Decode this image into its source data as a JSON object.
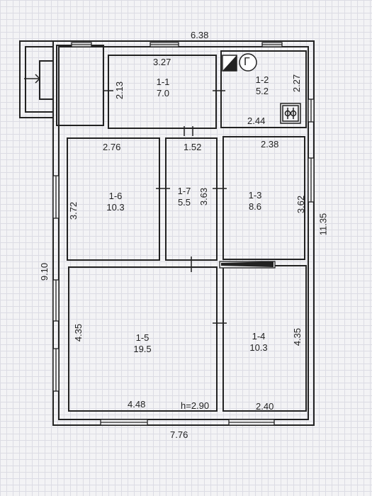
{
  "overall": {
    "top_width": "6.38",
    "bottom_width": "7.76",
    "left_height": "9.10",
    "right_height": "11.35"
  },
  "rooms": [
    {
      "id": "1-1",
      "area": "7.0"
    },
    {
      "id": "1-2",
      "area": "5.2"
    },
    {
      "id": "1-3",
      "area": "8.6"
    },
    {
      "id": "1-4",
      "area": "10.3"
    },
    {
      "id": "1-5",
      "area": "19.5"
    },
    {
      "id": "1-6",
      "area": "10.3"
    },
    {
      "id": "1-7",
      "area": "5.5"
    }
  ],
  "dimensions": {
    "r11_width": "3.27",
    "r11_height": "2.13",
    "r12_height": "2.27",
    "r12_width": "2.44",
    "r16_width": "2.76",
    "r16_height": "3.72",
    "r17_width": "1.52",
    "r17_height": "3.63",
    "r13_width": "2.38",
    "r13_height": "3.62",
    "r15_height": "4.35",
    "r15_width": "4.48",
    "r14_height": "4.35",
    "r14_width": "2.40"
  },
  "ceiling_height": "h=2.90",
  "boiler_symbol": "Г"
}
